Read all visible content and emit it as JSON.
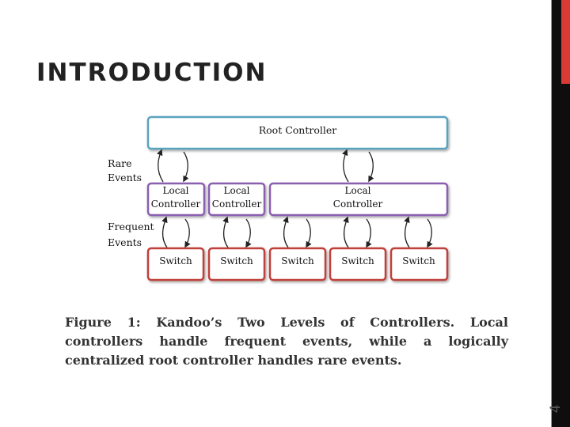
{
  "slide": {
    "title": "INTRODUCTION",
    "page_number": "4"
  },
  "diagram": {
    "root_controller": "Root Controller",
    "rare_events_label": [
      "Rare",
      "Events"
    ],
    "frequent_events_label": [
      "Frequent",
      "Events"
    ],
    "local_controllers": [
      [
        "Local",
        "Controller"
      ],
      [
        "Local",
        "Controller"
      ],
      [
        "Local",
        "Controller"
      ]
    ],
    "switches": [
      "Switch",
      "Switch",
      "Switch",
      "Switch",
      "Switch"
    ],
    "colors": {
      "root_border": "#5aa3bf",
      "local_border": "#8a5fb0",
      "switch_border": "#c0403a",
      "accent_red": "#d93a36"
    }
  },
  "caption": "Figure 1: Kandoo’s Two Levels of Controllers. Local controllers handle frequent events, while a logically centralized root controller handles rare events."
}
